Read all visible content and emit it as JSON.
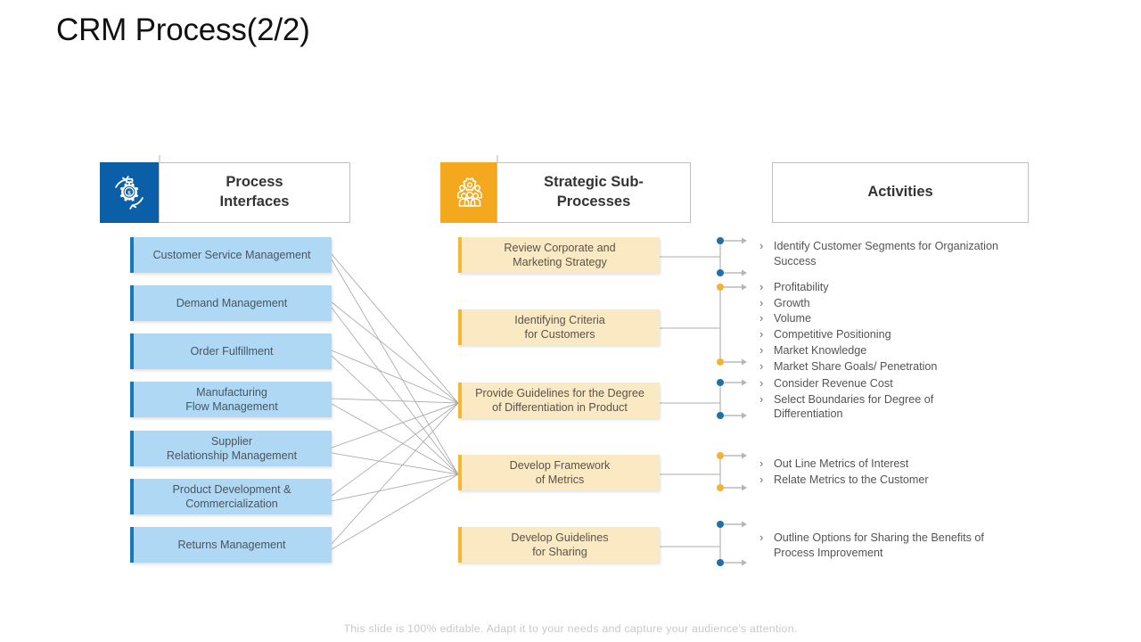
{
  "slide": {
    "title": "CRM Process(2/2)",
    "footer_note": "This slide is 100% editable. Adapt it to your needs and capture your audience's attention."
  },
  "colors": {
    "blue_header": "#0a5fa8",
    "amber_header": "#f4a81d",
    "blue_card": "#aed8f4",
    "blue_accent": "#1878bd",
    "cream_card": "#fbe9c4",
    "amber_accent": "#f7b731",
    "wire": "#9a9a9a",
    "dot_blue": "#1f6fa8",
    "dot_amber": "#f2b233",
    "text_muted": "#545454"
  },
  "headers": [
    {
      "id": "process-interfaces",
      "label": "Process\nInterfaces",
      "icon": "gear-dollar-stopwatch-icon",
      "icon_bg": "#0a5fa8",
      "has_icon": true
    },
    {
      "id": "strategic-sub-processes",
      "label": "Strategic Sub-\nProcesses",
      "icon": "team-gear-icon",
      "icon_bg": "#f4a81d",
      "has_icon": true
    },
    {
      "id": "activities",
      "label": "Activities",
      "icon": "",
      "icon_bg": "",
      "has_icon": false
    }
  ],
  "process_interfaces": [
    {
      "label": "Customer Service  Management"
    },
    {
      "label": "Demand Management"
    },
    {
      "label": "Order Fulfillment"
    },
    {
      "label": "Manufacturing\nFlow Management"
    },
    {
      "label": "Supplier\nRelationship Management"
    },
    {
      "label": "Product Development &\nCommercialization"
    },
    {
      "label": "Returns Management"
    }
  ],
  "strategic_sub_processes": [
    {
      "label": "Review Corporate and\nMarketing Strategy"
    },
    {
      "label": "Identifying Criteria\nfor Customers"
    },
    {
      "label": "Provide Guidelines for the Degree\nof Differentiation in Product"
    },
    {
      "label": "Develop Framework\nof Metrics"
    },
    {
      "label": "Develop Guidelines\nfor Sharing"
    }
  ],
  "activities": [
    {
      "group": "review-corporate-and-marketing-strategy",
      "dot_color": "#1f6fa8",
      "items": [
        "Identify Customer Segments for Organization\nSuccess"
      ]
    },
    {
      "group": "identifying-criteria-for-customers",
      "dot_color": "#f2b233",
      "items": [
        "Profitability",
        "Growth",
        "Volume",
        "Competitive Positioning",
        "Market Knowledge",
        "Market Share Goals/ Penetration"
      ]
    },
    {
      "group": "provide-guidelines-for-the-degree-of-differentiation-in-product",
      "dot_color": "#1f6fa8",
      "items": [
        "Consider Revenue Cost",
        "Select Boundaries for Degree of\nDifferentiation"
      ]
    },
    {
      "group": "develop-framework-of-metrics",
      "dot_color": "#f2b233",
      "items": [
        "Out Line Metrics of Interest",
        "Relate Metrics to the Customer"
      ]
    },
    {
      "group": "develop-guidelines-for-sharing",
      "dot_color": "#1f6fa8",
      "items": [
        "Outline Options for Sharing the Benefits of\nProcess Improvement"
      ]
    }
  ]
}
